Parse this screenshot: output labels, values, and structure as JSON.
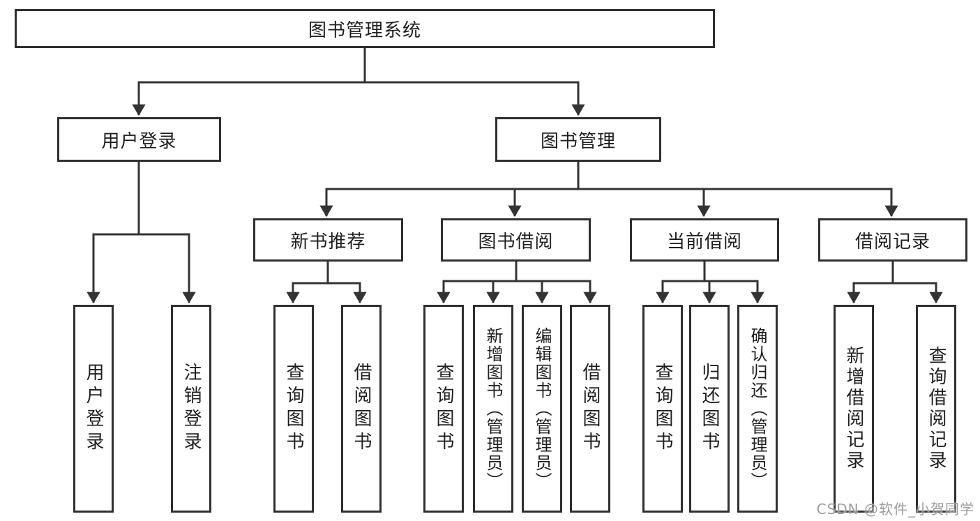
{
  "diagram_title": "图书管理系统",
  "tree": {
    "root": {
      "label": "图书管理系统",
      "children": [
        {
          "label": "用户登录",
          "children": [
            {
              "label": "用户登录"
            },
            {
              "label": "注销登录"
            }
          ]
        },
        {
          "label": "图书管理",
          "children": [
            {
              "label": "新书推荐",
              "children": [
                {
                  "label": "查询图书"
                },
                {
                  "label": "借阅图书"
                }
              ]
            },
            {
              "label": "图书借阅",
              "children": [
                {
                  "label": "查询图书"
                },
                {
                  "label": "新增图书（管理员）"
                },
                {
                  "label": "编辑图书（管理员）"
                },
                {
                  "label": "借阅图书"
                }
              ]
            },
            {
              "label": "当前借阅",
              "children": [
                {
                  "label": "查询图书"
                },
                {
                  "label": "归还图书"
                },
                {
                  "label": "确认归还（管理员）"
                }
              ]
            },
            {
              "label": "借阅记录",
              "children": [
                {
                  "label": "新增借阅记录"
                },
                {
                  "label": "查询借阅记录"
                }
              ]
            }
          ]
        }
      ]
    }
  },
  "watermark": {
    "text": "CSDN @软件_小贺同学"
  },
  "colors": {
    "line": "#333333",
    "box_border": "#2f2f2f",
    "text": "#1f1f1f",
    "watermark": "#9c9c9c",
    "background": "#ffffff"
  }
}
